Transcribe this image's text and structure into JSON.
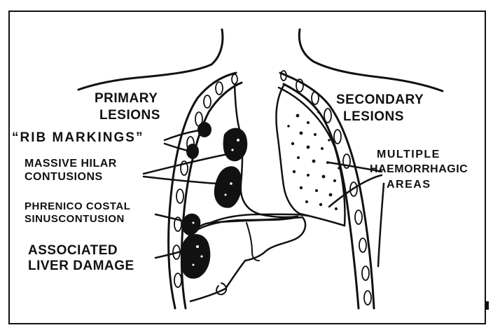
{
  "labels": {
    "primary_1": "PRIMARY",
    "primary_2": "LESIONS",
    "secondary_1": "SECONDARY",
    "secondary_2": "LESIONS",
    "rib_markings": "“RIB MARKINGS”",
    "massive_1": "MASSIVE HILAR",
    "massive_2": "CONTUSIONS",
    "phrenico_1": "PHRENICO COSTAL",
    "phrenico_2": "SINUSCONTUSION",
    "assoc_1": "ASSOCIATED",
    "assoc_2": "LIVER DAMAGE",
    "multiple_1": "MULTIPLE",
    "multiple_2": "HAEMORRHAGIC",
    "multiple_3": "AREAS"
  },
  "colors": {
    "ink": "#111111",
    "paper": "#ffffff"
  },
  "icons": {
    "lesion": "filled-black-blob",
    "haemorrhage": "small-dot"
  }
}
